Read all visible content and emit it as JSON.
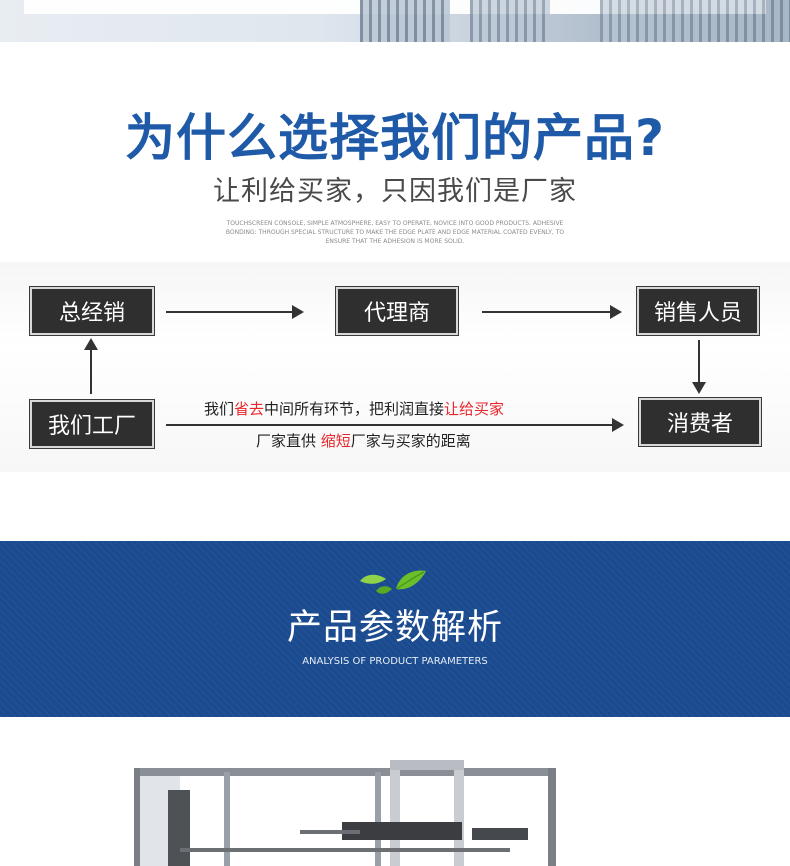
{
  "why": {
    "title": "为什么选择我们的产品?",
    "subtitle": "让利给买家，只因我们是厂家",
    "english": "TOUCHSCREEN CONSOLE, SIMPLE ATMOSPHERE, EASY TO OPERATE, NOVICE INTO GOOD PRODUCTS. ADHESIVE BONDING: THROUGH SPECIAL STRUCTURE TO MAKE THE EDGE PLATE AND EDGE MATERIAL COATED EVENLY, TO ENSURE THAT THE ADHESION IS MORE SOLID."
  },
  "flow": {
    "distributor": "总经销",
    "agent": "代理商",
    "sales": "销售人员",
    "factory": "我们工厂",
    "consumer": "消费者",
    "note1": {
      "pre": "我们",
      "red1": "省去",
      "mid": "中间所有环节，把利润直接",
      "red2": "让给买家"
    },
    "note2": {
      "pre": "厂家直供 ",
      "red": "缩短",
      "post": "厂家与买家的距离"
    }
  },
  "params": {
    "title": "产品参数解析",
    "english": "ANALYSIS OF PRODUCT PARAMETERS"
  },
  "colors": {
    "title_blue": "#1e5aa8",
    "band_blue": "#1f4f95",
    "accent_red": "#e8262b",
    "box_dark": "#2f2f2f",
    "leaf_green": "#6bbf2a"
  }
}
